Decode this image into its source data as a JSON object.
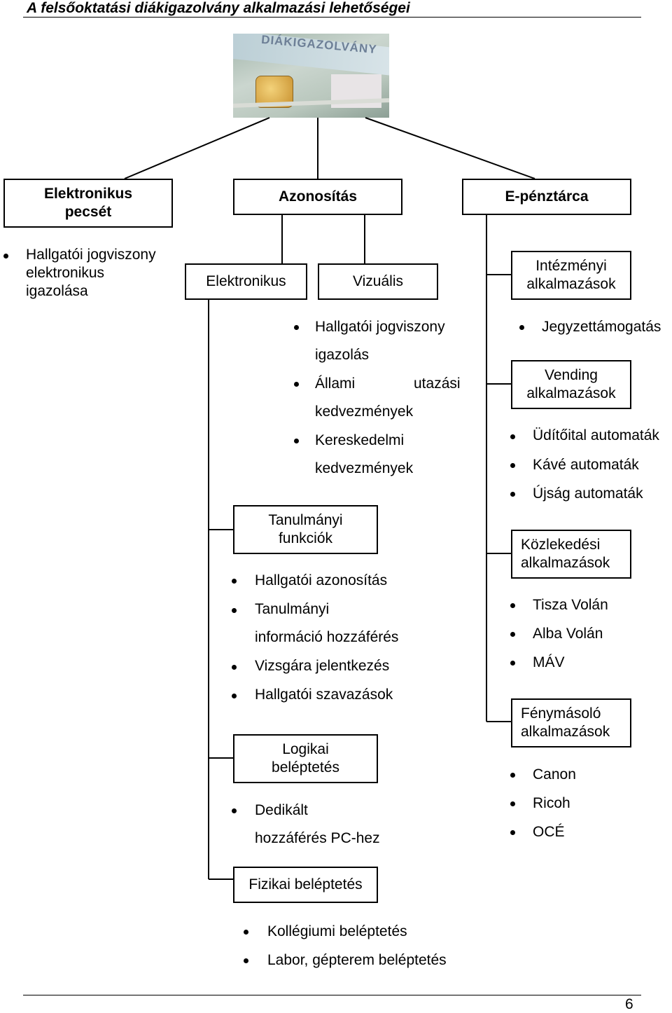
{
  "header": {
    "title": "A felsőoktatási diákigazolvány alkalmazási lehetőségei"
  },
  "card": {
    "text": "DIÁKIGAZOLVÁNY"
  },
  "top_boxes": {
    "pecset": "Elektronikus\npecsét",
    "azonositas": "Azonosítás",
    "epenztarca": "E-pénztárca"
  },
  "pecset_bullet": "Hallgatói  jogviszony\nelektronikus\nigazolása",
  "azonositas_children": {
    "elektronikus": "Elektronikus",
    "vizualis": "Vizuális"
  },
  "vizualis_items": [
    {
      "line1": "Hallgatói  jogviszony",
      "line2": "igazolás"
    },
    {
      "line1a": "Állami",
      "line1b": "utazási",
      "line2": "kedvezmények"
    },
    {
      "line1": "Kereskedelmi",
      "line2": "kedvezmények"
    }
  ],
  "tanulmanyi": {
    "label": "Tanulmányi\nfunkciók",
    "items": [
      "Hallgatói azonosítás",
      "Tanulmányi",
      "információ hozzáférés",
      "Vizsgára jelentkezés",
      "Hallgatói szavazások"
    ]
  },
  "logikai": {
    "label": "Logikai\nbeléptetés",
    "items": [
      "Dedikált",
      "hozzáférés PC-hez"
    ]
  },
  "fizikai": {
    "label": "Fizikai beléptetés",
    "items": [
      "Kollégiumi beléptetés",
      "Labor, gépterem beléptetés"
    ]
  },
  "intezmenyi": {
    "label": "Intézményi\nalkalmazások",
    "items": [
      "Jegyzettámogatás"
    ]
  },
  "vending": {
    "label": "Vending\nalkalmazások",
    "items": [
      "Üdítőital automaták",
      "Kávé automaták",
      "Újság automaták"
    ]
  },
  "kozlekedesi": {
    "label": "Közlekedési\nalkalmazások",
    "items": [
      "Tisza Volán",
      "Alba Volán",
      "MÁV"
    ]
  },
  "fenymasolo": {
    "label": "Fénymásoló\nalkalmazások",
    "items": [
      "Canon",
      "Ricoh",
      "OCÉ"
    ]
  },
  "footer": {
    "page_number": "6"
  }
}
